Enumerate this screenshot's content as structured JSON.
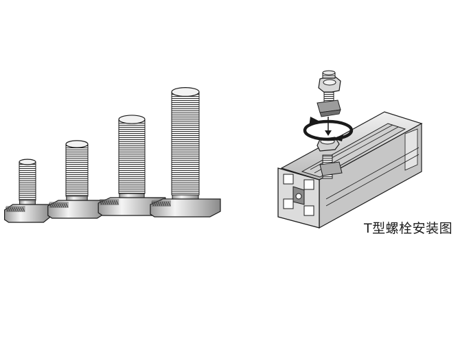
{
  "caption": "T型螺栓安装图",
  "bolts": [
    {
      "id": "small",
      "size_rank": 1
    },
    {
      "id": "medium",
      "size_rank": 2
    },
    {
      "id": "large",
      "size_rank": 3
    },
    {
      "id": "xlarge",
      "size_rank": 4
    }
  ],
  "installation": {
    "profile": "aluminum-extrusion",
    "fastener": "t-bolt-with-nut",
    "rotation_arrow": "clockwise-icon",
    "insert_arrow": "down-arrow-icon"
  },
  "colors": {
    "line": "#1a1a1a",
    "metal_light": "#e6e6e6",
    "metal_mid": "#bdbdbd",
    "metal_dark": "#7a7a7a",
    "profile_face": "#d8d8d8",
    "profile_dark": "#9a9a9a"
  }
}
